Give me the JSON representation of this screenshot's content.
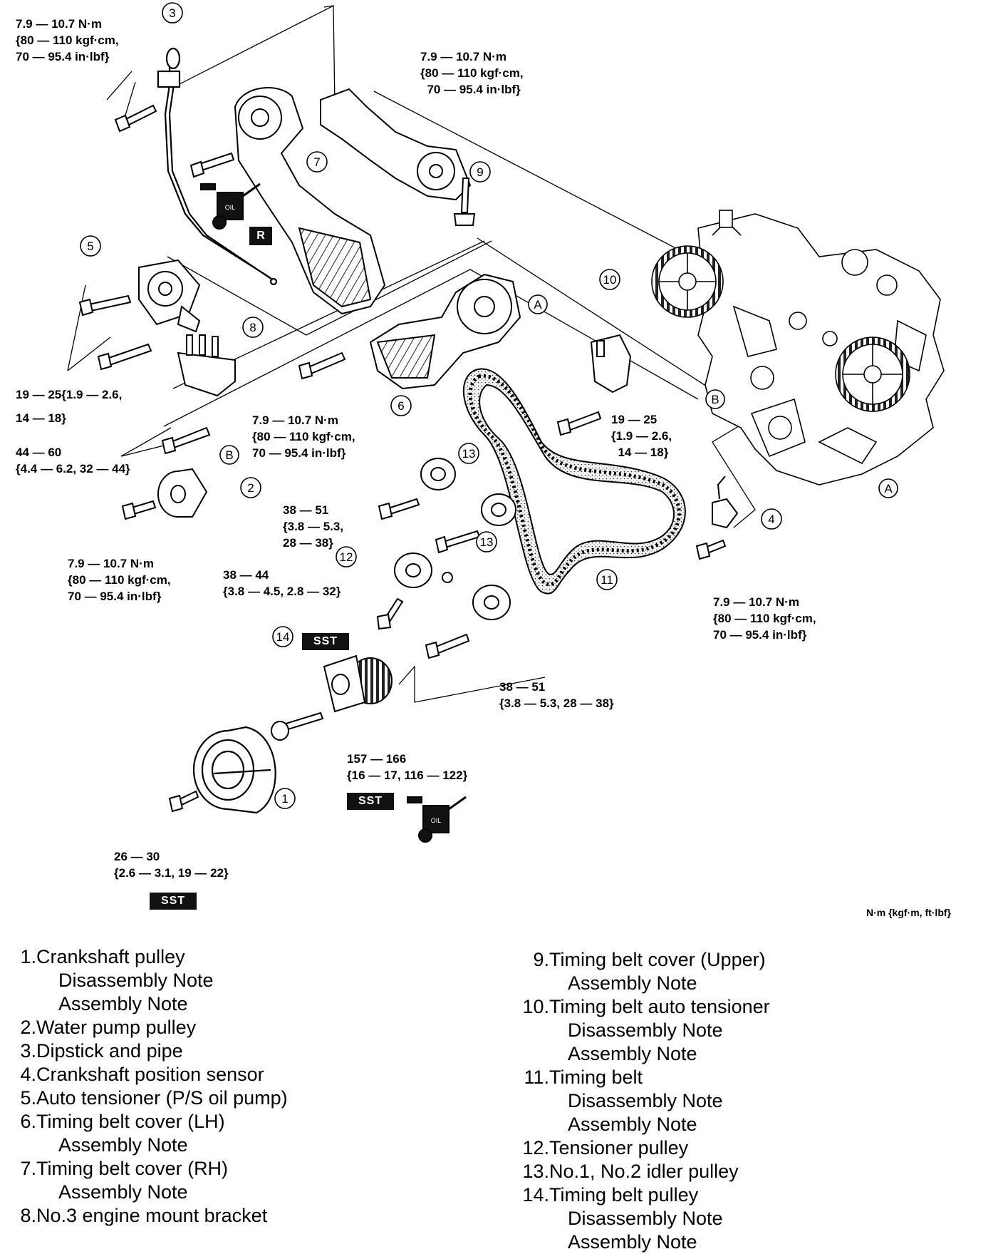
{
  "callouts": [
    "1",
    "2",
    "3",
    "4",
    "5",
    "6",
    "7",
    "8",
    "9",
    "10",
    "11",
    "12",
    "13",
    "14"
  ],
  "ref_marks": {
    "a": "A",
    "b": "B"
  },
  "oil_label": "OIL",
  "r_label": "R",
  "sst_label": "SST",
  "unit_note": "N·m {kgf·m, ft·lbf}",
  "torques": {
    "t_top_left": "7.9 — 10.7 N·m\n{80 — 110 kgf·cm,\n70 — 95.4 in·lbf}",
    "t_top_mid": "7.9 — 10.7 N·m\n{80 — 110 kgf·cm,\n  70 — 95.4 in·lbf}",
    "t_tensioner": "19 — 25{1.9 — 2.6,\n14 — 18}",
    "t_mount": "44 — 60\n{4.4 — 6.2, 32 — 44}",
    "t_lh_cover": "7.9 — 10.7 N·m\n{80 — 110 kgf·cm,\n70 — 95.4 in·lbf}",
    "t_auto_tens": "19 — 25\n{1.9 — 2.6,\n  14 — 18}",
    "t_idler_upper": "38 — 51\n{3.8 — 5.3,\n28 — 38}",
    "t_pump_pulley": "7.9 — 10.7 N·m\n{80 — 110 kgf·cm,\n70 — 95.4 in·lbf}",
    "t_tensioner_pulley": "38 — 44\n{3.8 — 4.5, 2.8 — 32}",
    "t_sensor": "7.9 — 10.7 N·m\n{80 — 110 kgf·cm,\n70 — 95.4 in·lbf}",
    "t_idler_lower": "38 — 51\n{3.8 — 5.3, 28 — 38}",
    "t_crank_bolt": "157 — 166\n{16 — 17, 116 — 122}",
    "t_pulley_bolt": "26 — 30\n{2.6 — 3.1, 19 — 22}"
  },
  "legend_left": [
    {
      "num": "1.",
      "text": "Crankshaft pulley"
    },
    {
      "num": "",
      "text": "Disassembly Note"
    },
    {
      "num": "",
      "text": "Assembly Note"
    },
    {
      "num": "2.",
      "text": "Water pump pulley"
    },
    {
      "num": "3.",
      "text": "Dipstick and pipe"
    },
    {
      "num": "4.",
      "text": "Crankshaft position sensor"
    },
    {
      "num": "5.",
      "text": "Auto tensioner (P/S oil pump)"
    },
    {
      "num": "6.",
      "text": "Timing belt cover (LH)"
    },
    {
      "num": "",
      "text": "Assembly Note"
    },
    {
      "num": "7.",
      "text": "Timing belt cover (RH)"
    },
    {
      "num": "",
      "text": "Assembly Note"
    },
    {
      "num": "8.",
      "text": "No.3 engine mount bracket"
    }
  ],
  "legend_right": [
    {
      "num": "9.",
      "text": "Timing belt cover (Upper)"
    },
    {
      "num": "",
      "text": "Assembly Note"
    },
    {
      "num": "10.",
      "text": "Timing belt auto tensioner"
    },
    {
      "num": "",
      "text": "Disassembly Note"
    },
    {
      "num": "",
      "text": "Assembly Note"
    },
    {
      "num": "11.",
      "text": "Timing belt"
    },
    {
      "num": "",
      "text": "Disassembly Note"
    },
    {
      "num": "",
      "text": "Assembly Note"
    },
    {
      "num": "12.",
      "text": "Tensioner pulley"
    },
    {
      "num": "13.",
      "text": "No.1, No.2 idler pulley"
    },
    {
      "num": "14.",
      "text": "Timing belt pulley"
    },
    {
      "num": "",
      "text": "Disassembly Note"
    },
    {
      "num": "",
      "text": "Assembly Note"
    }
  ]
}
